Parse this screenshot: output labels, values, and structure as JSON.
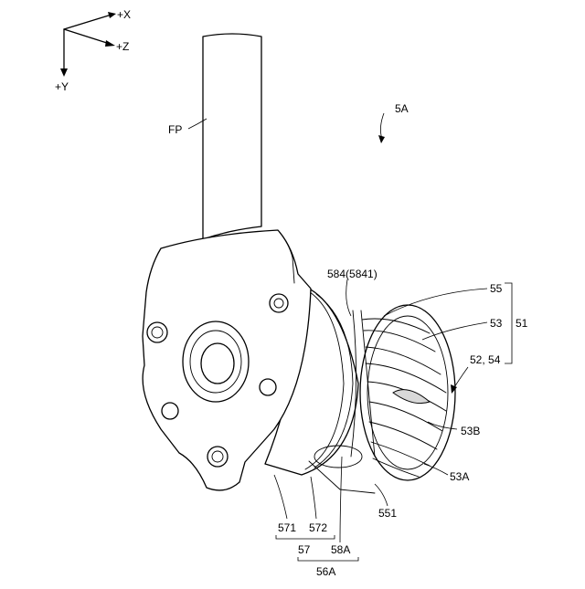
{
  "axes": {
    "x_label": "+X",
    "z_label": "+Z",
    "y_label": "+Y"
  },
  "labels": {
    "fp": "FP",
    "assembly": "5A",
    "l584": "584(5841)",
    "l55": "55",
    "l53": "53",
    "l51": "51",
    "l52_54": "52, 54",
    "l53B": "53B",
    "l53A": "53A",
    "l551": "551",
    "l571": "571",
    "l572": "572",
    "l57": "57",
    "l58A": "58A",
    "l56A": "56A"
  }
}
